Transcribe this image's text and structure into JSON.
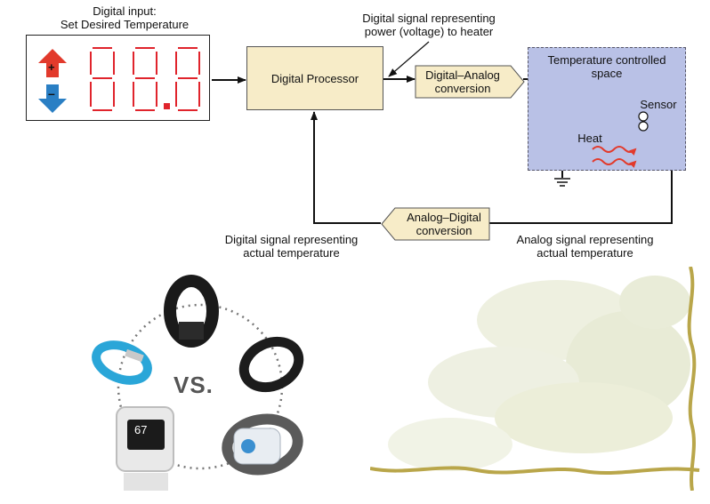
{
  "input_panel": {
    "title_line1": "Digital input:",
    "title_line2": "Set Desired Temperature",
    "up_symbol": "+",
    "down_symbol": "–"
  },
  "processor": {
    "label": "Digital Processor"
  },
  "dac": {
    "line1": "Digital–Analog",
    "line2": "conversion"
  },
  "adc": {
    "line1": "Analog–Digital",
    "line2": "conversion"
  },
  "signal_power": {
    "line1": "Digital signal representing",
    "line2": "power (voltage) to heater"
  },
  "space": {
    "line1": "Temperature controlled",
    "line2": "space"
  },
  "sensor_label": "Sensor",
  "heat_label": "Heat",
  "signal_digital_actual": {
    "line1": "Digital signal representing",
    "line2": "actual temperature"
  },
  "signal_analog_actual": {
    "line1": "Analog signal representing",
    "line2": "actual temperature"
  },
  "vs_label": "VS.",
  "watch_reading": "67",
  "colors": {
    "processor_fill": "#f7ecc8",
    "space_fill": "#b9c1e6",
    "segment_red": "#e0242c",
    "arrow_up": "#e23a2c",
    "arrow_down": "#2a7fc4",
    "heat_red": "#e23a2c",
    "vine": "#b9a64a"
  }
}
